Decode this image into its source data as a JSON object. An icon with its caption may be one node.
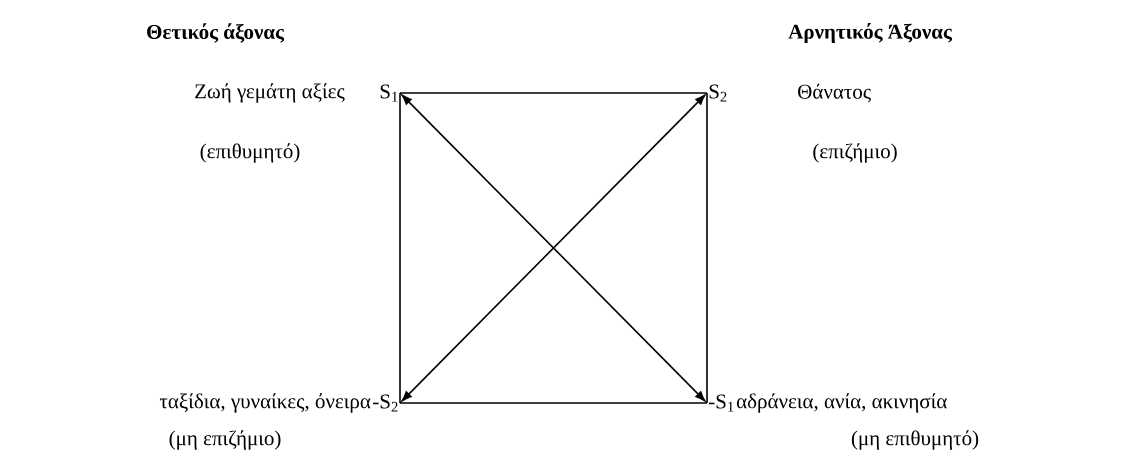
{
  "diagram": {
    "nodes": [
      {
        "text": [
          "S$_{1}$"
        ],
        "beside": [
          "Ζωή γεμάτη αξίες",
          "(επιθυμητό)"
        ]
      },
      {
        "text": [
          "S$_{2}$"
        ],
        "beside": [
          "Θάνατος",
          "(επιζήμιο)"
        ]
      },
      {
        "text": [
          "-S$_{2}$"
        ],
        "beside": [
          "ταξίδια, γυναίκες, όνειρα",
          "(μη επιζήμιο)"
        ]
      },
      {
        "text": [
          "-S$_{1}$"
        ],
        "beside": [
          "αδράνεια, ανία, ακινησία",
          "(μη επιθυμητό)"
        ]
      }
    ],
    "edges": [
      {
        "from": 0,
        "to": 1,
        "arrow": "none"
      },
      {
        "from": 1,
        "to": 3,
        "arrow": "none"
      },
      {
        "from": 2,
        "to": 3,
        "arrow": "none"
      },
      {
        "from": 0,
        "to": 2,
        "arrow": "none"
      },
      {
        "from": 0,
        "to": 3,
        "arrow": "both"
      },
      {
        "from": 1,
        "to": 2,
        "arrow": "both"
      }
    ],
    "labels": [
      "Θετικός άξονας",
      "Αρνητικός Άξονας"
    ]
  }
}
